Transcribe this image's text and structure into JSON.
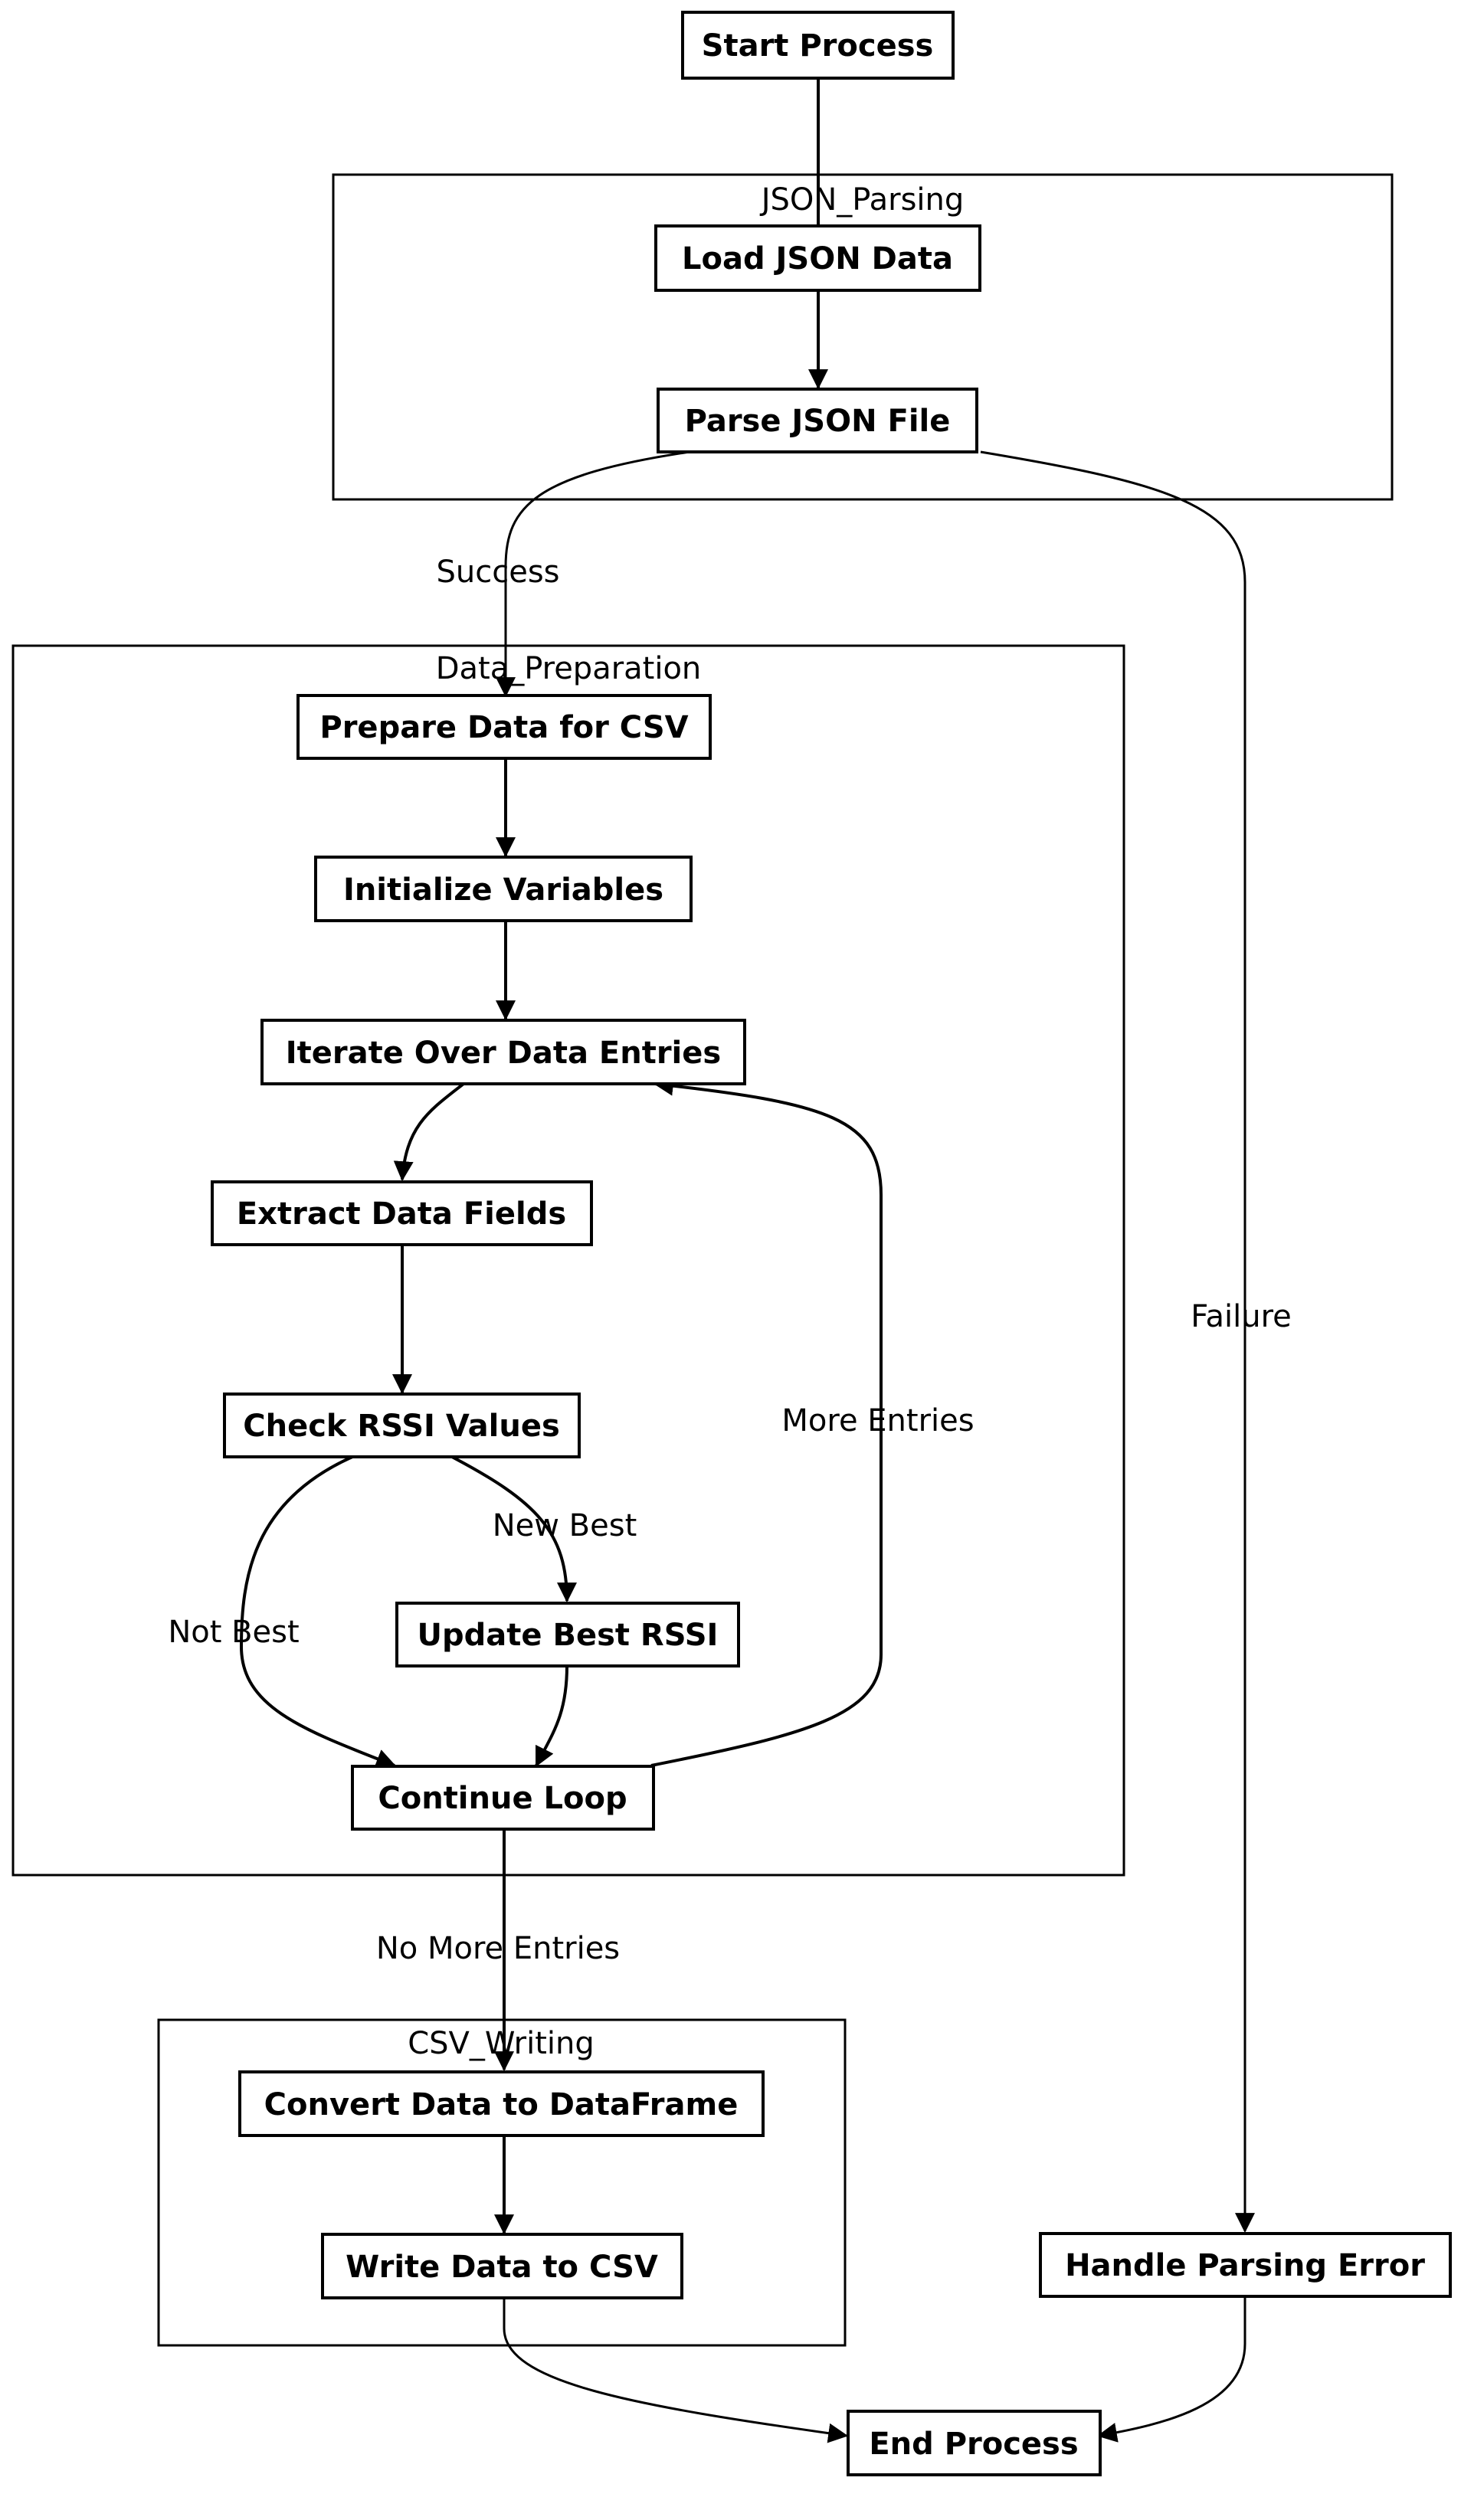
{
  "clusters": {
    "json_parsing": "JSON_Parsing",
    "data_preparation": "Data_Preparation",
    "csv_writing": "CSV_Writing"
  },
  "nodes": {
    "start": "Start Process",
    "load": "Load JSON Data",
    "parse": "Parse JSON File",
    "prepare": "Prepare Data for CSV",
    "init": "Initialize Variables",
    "iterate": "Iterate Over Data Entries",
    "extract": "Extract Data Fields",
    "check": "Check RSSI Values",
    "update": "Update Best RSSI",
    "continue": "Continue Loop",
    "convert": "Convert Data to DataFrame",
    "write": "Write Data to CSV",
    "error": "Handle Parsing Error",
    "end": "End Process"
  },
  "edge_labels": {
    "success": "Success",
    "failure": "Failure",
    "more_entries": "More Entries",
    "new_best": "New Best",
    "not_best": "Not Best",
    "no_more_entries": "No More Entries"
  }
}
